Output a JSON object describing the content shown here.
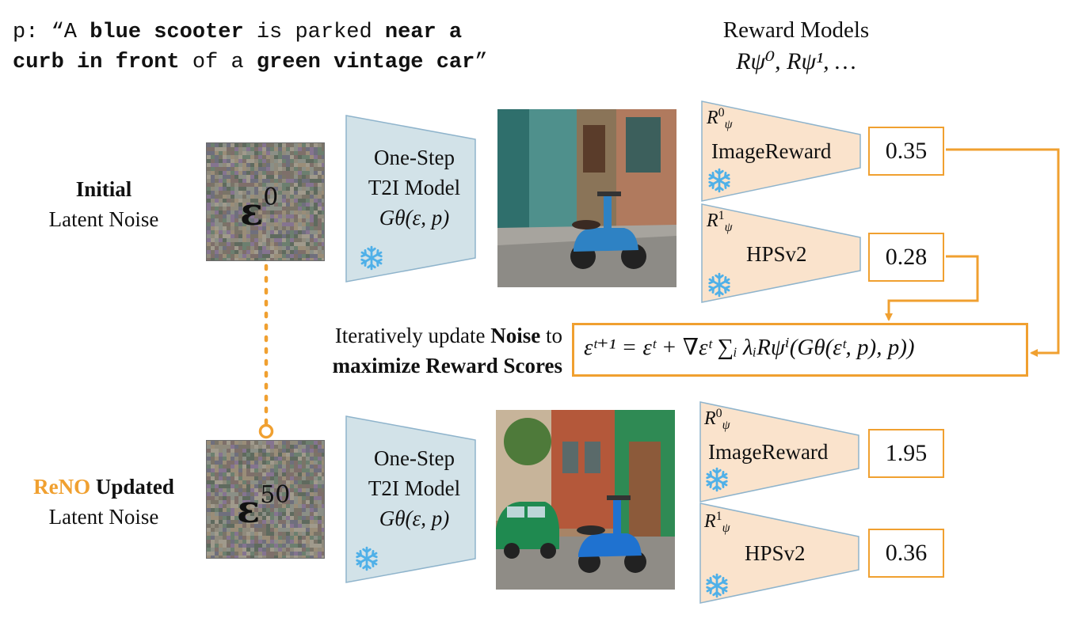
{
  "prompt": {
    "prefix": "p: “A",
    "object_1": "blue scooter",
    "middle": "is parked",
    "relation": "near a",
    "location": "curb in front",
    "connector": "of a",
    "object_2": "green vintage car",
    "suffix": "”"
  },
  "reward_models_header": {
    "title": "Reward Models",
    "formula": "Rψ⁰, Rψ¹, …"
  },
  "rows": [
    {
      "label_bold": "Initial",
      "label_accent": "",
      "label_rest": "Latent Noise",
      "noise_symbol": "ε",
      "noise_step": "0",
      "image_alt": "blue scooter parked on a street",
      "rewards": [
        {
          "model": "ImageReward",
          "symbol": "R",
          "sub": "ψ",
          "sup": "0",
          "score": "0.35"
        },
        {
          "model": "HPSv2",
          "symbol": "R",
          "sub": "ψ",
          "sup": "1",
          "score": "0.28"
        }
      ]
    },
    {
      "label_bold": "Updated",
      "label_accent": "ReNO",
      "label_rest": "Latent Noise",
      "noise_symbol": "ε",
      "noise_step": "50",
      "image_alt": "blue scooter near a curb in front of a green vintage car",
      "rewards": [
        {
          "model": "ImageReward",
          "symbol": "R",
          "sub": "ψ",
          "sup": "0",
          "score": "1.95"
        },
        {
          "model": "HPSv2",
          "symbol": "R",
          "sub": "ψ",
          "sup": "1",
          "score": "0.36"
        }
      ]
    }
  ],
  "model": {
    "line1": "One-Step",
    "line2": "T2I Model",
    "formula": "Gθ(ε, p)"
  },
  "update": {
    "text_start": "Iteratively update",
    "text_bold_1": "Noise",
    "text_mid": "to",
    "text_bold_2": "maximize Reward Scores",
    "equation": "εᵗ⁺¹ = εᵗ + ∇εᵗ ∑ᵢ λᵢRψⁱ(Gθ(εᵗ, p), p))"
  },
  "colors": {
    "accent": "#f0a030",
    "model_fill": "#d2e2e8",
    "model_stroke": "#8fb4cc",
    "reward_fill": "#fae3cc",
    "reward_stroke": "#8fb4cc",
    "snowflake": "#4fb0e8"
  },
  "icons": [
    "snowflake-icon",
    "arrow-icon"
  ]
}
